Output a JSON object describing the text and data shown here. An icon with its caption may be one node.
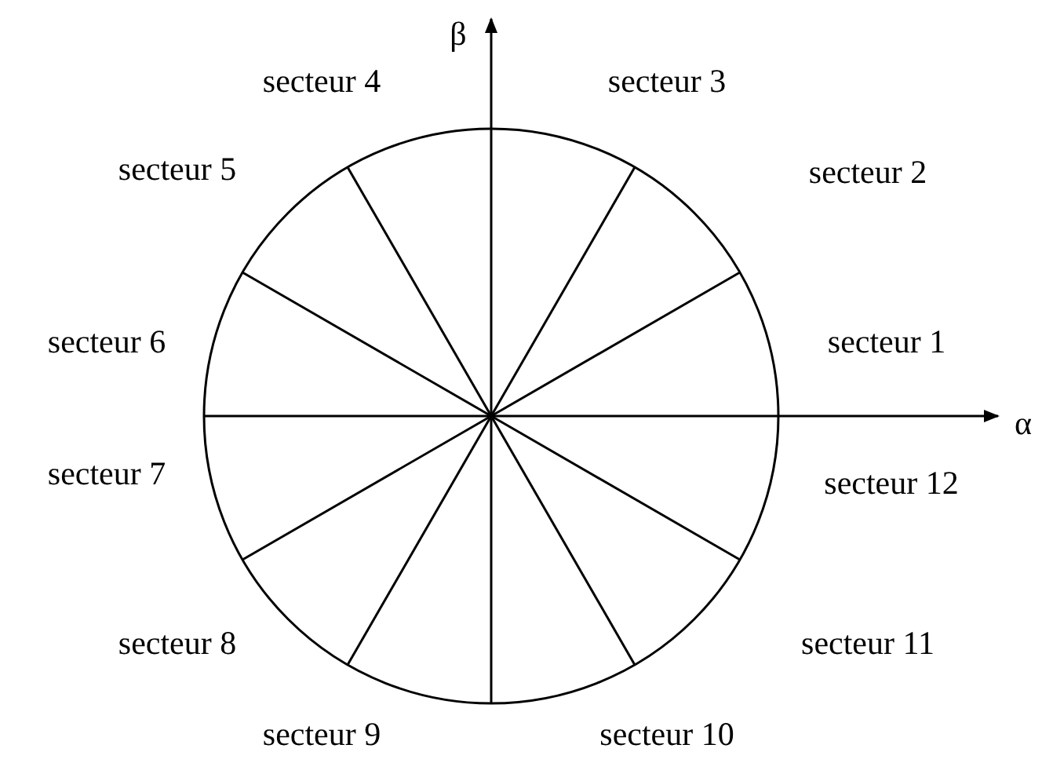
{
  "diagram": {
    "labels": [
      "β",
      "secteur 4",
      "secteur 3",
      "secteur 5",
      "secteur 2",
      "secteur 6",
      "secteur 1",
      "α",
      "secteur 7",
      "secteur 12",
      "secteur 8",
      "secteur 11",
      "secteur 9",
      "secteur 10"
    ]
  }
}
